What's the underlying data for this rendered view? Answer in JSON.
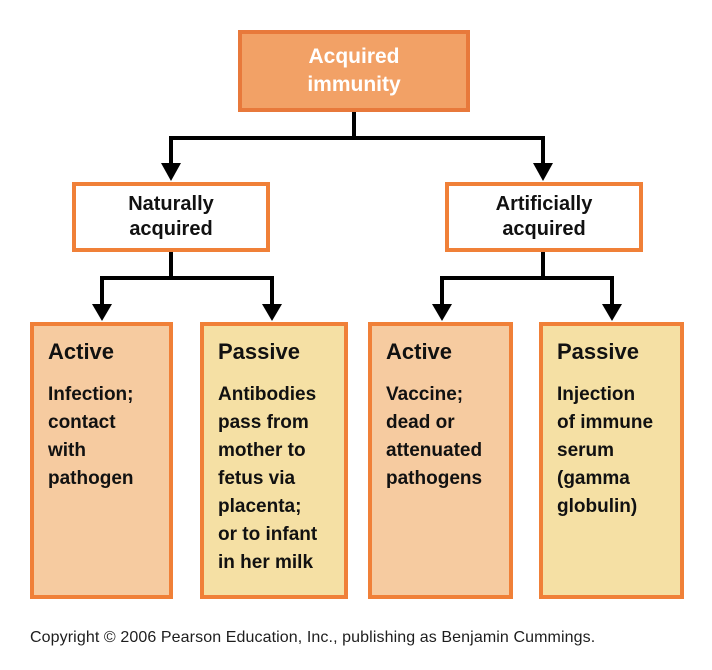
{
  "diagram": {
    "root": {
      "label": "Acquired\nimmunity"
    },
    "level2": [
      {
        "label": "Naturally\nacquired"
      },
      {
        "label": "Artificially\nacquired"
      }
    ],
    "leaves": [
      {
        "heading": "Active",
        "body": "Infection;\ncontact\nwith\npathogen",
        "variant": "peach"
      },
      {
        "heading": "Passive",
        "body": "Antibodies\npass from\nmother to\nfetus via\nplacenta;\nor to infant\nin her milk",
        "variant": "yellow"
      },
      {
        "heading": "Active",
        "body": "Vaccine;\ndead or\nattenuated\npathogens",
        "variant": "peach"
      },
      {
        "heading": "Passive",
        "body": "Injection\nof immune\nserum\n(gamma\nglobulin)",
        "variant": "yellow"
      }
    ]
  },
  "footer": {
    "copyright": "Copyright © 2006 Pearson Education, Inc., publishing as Benjamin Cummings."
  },
  "colors": {
    "root_fill": "#F2A166",
    "border_orange": "#F08038",
    "root_border": "#E8793B",
    "peach_fill": "#F6CBA0",
    "yellow_fill": "#F5E0A4",
    "connector": "#000000",
    "root_text": "#FFFFFF",
    "node_text": "#111111"
  }
}
